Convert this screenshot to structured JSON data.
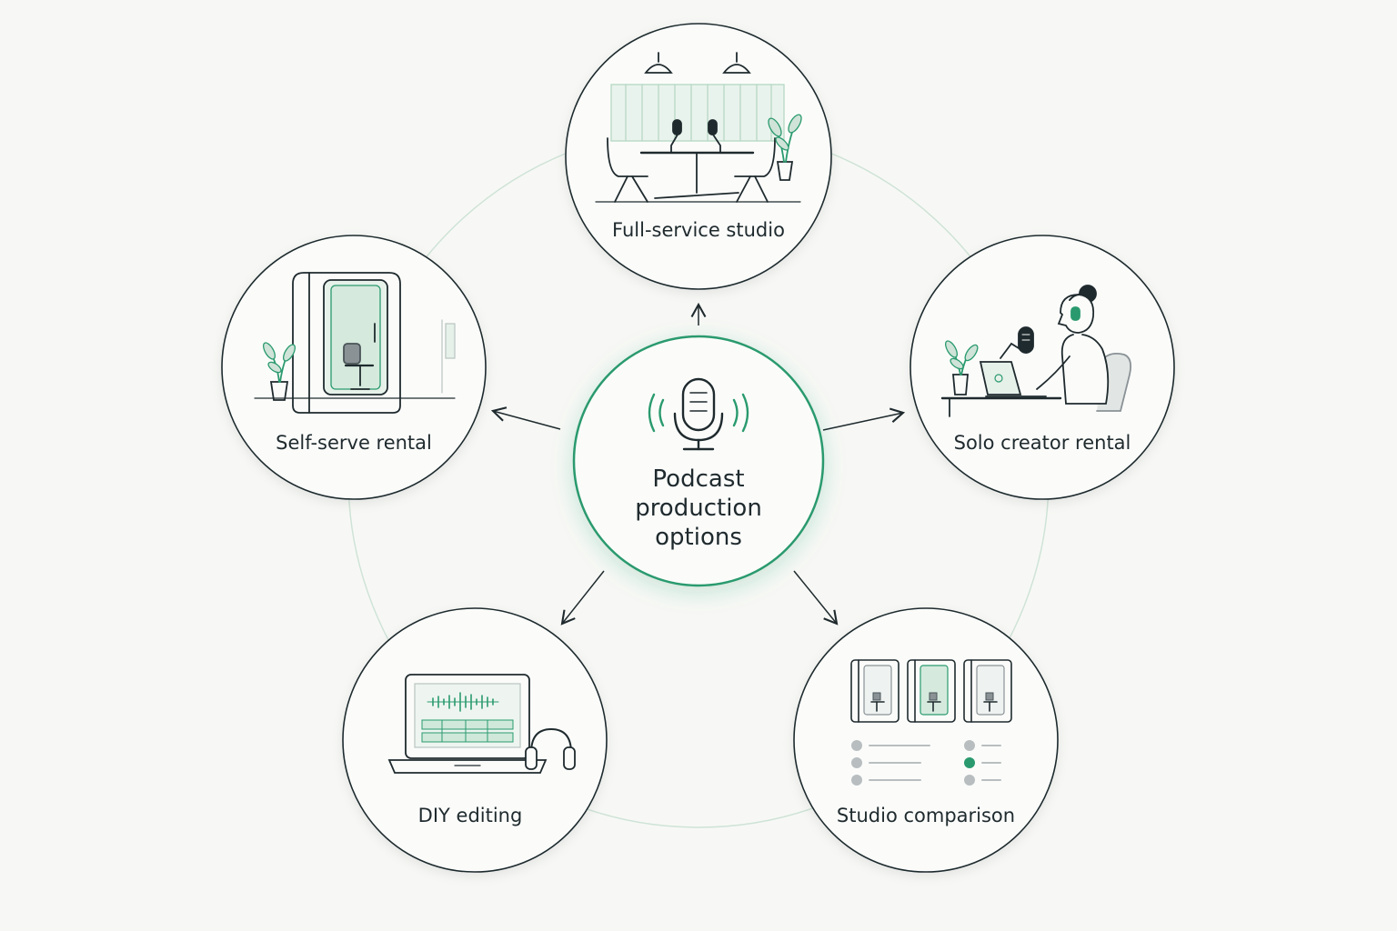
{
  "center": {
    "lines": [
      "Podcast",
      "production",
      "options"
    ]
  },
  "nodes": [
    {
      "id": "full-service-studio",
      "label": "Full-service studio"
    },
    {
      "id": "solo-creator-rental",
      "label": "Solo creator rental"
    },
    {
      "id": "studio-comparison",
      "label": "Studio comparison"
    },
    {
      "id": "diy-editing",
      "label": "DIY editing"
    },
    {
      "id": "self-serve-rental",
      "label": "Self-serve rental"
    }
  ],
  "icons": {
    "center": "microphone-icon",
    "full-service-studio": "studio-table-icon",
    "solo-creator-rental": "person-headphones-icon",
    "studio-comparison": "booth-comparison-icon",
    "diy-editing": "laptop-waveform-icon",
    "self-serve-rental": "booth-icon"
  },
  "colors": {
    "accent": "#2a9a6e",
    "ink": "#1f2a2e",
    "ring": "#cfe3d8",
    "background": "#f7f8f5"
  }
}
